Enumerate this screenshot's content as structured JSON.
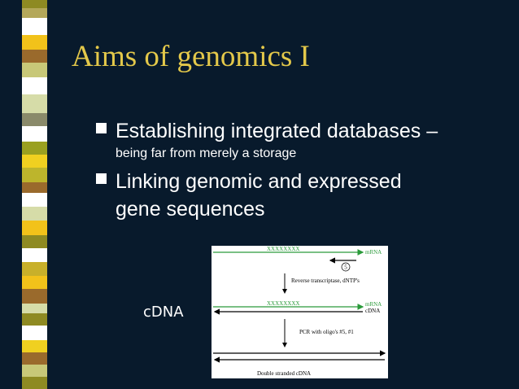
{
  "slide": {
    "title": "Aims of genomics I",
    "bullets": [
      {
        "main": "Establishing integrated databases –",
        "sub": "being far from merely a storage"
      },
      {
        "main": "Linking genomic and expressed",
        "cont": "gene sequences"
      }
    ],
    "cdna_label": "cDNA"
  },
  "figure": {
    "label_xxxx_top": "XXXXXXXX",
    "label_mrna_top": "mRNA",
    "primer_number": "5",
    "step1_label": "Reverse transcriptase, dNTP's",
    "label_xxxx_mid": "XXXXXXXX",
    "label_mrna_mid": "mRNA",
    "label_cdna_mid": "cDNA",
    "step2_label": "PCR with oligo's #5, #1",
    "bottom_label": "Double stranded cDNA"
  },
  "colors": {
    "background": "#081a2c",
    "title": "#e3c84a",
    "text": "#ffffff",
    "mrna_strand": "#2a9a3a",
    "stripe": [
      "#8e8a22",
      "#b4a85a",
      "#ffffff",
      "#f2c21a",
      "#9a6a2c",
      "#c8c878",
      "#ffffff",
      "#d6dca8",
      "#8a8a6a",
      "#ffffff",
      "#9aa020",
      "#f0d020",
      "#bdb52c",
      "#9a6a2c",
      "#ffffff",
      "#d6dca8",
      "#f2c21a",
      "#8e8a22",
      "#ffffff",
      "#c8b02a",
      "#f2c21a",
      "#9a6a2c",
      "#d6dca8",
      "#8e8a22",
      "#ffffff",
      "#f0d020",
      "#9a6a2c",
      "#c8c878",
      "#8e8a22"
    ]
  }
}
